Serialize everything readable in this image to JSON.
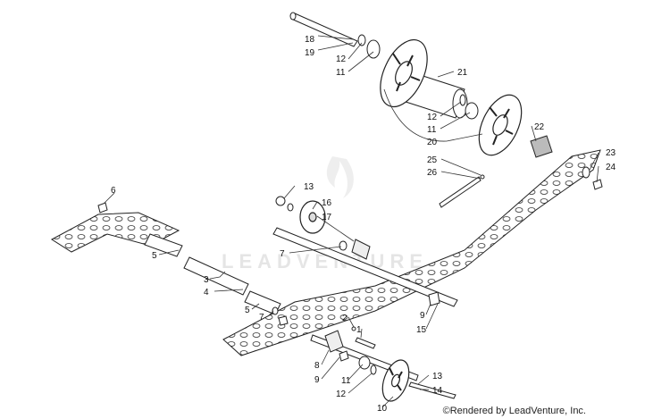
{
  "watermark": "LEADVENTURE",
  "credit": "©Rendered by LeadVenture, Inc.",
  "callouts": [
    "18",
    "19",
    "12",
    "11",
    "21",
    "12",
    "11",
    "20",
    "22",
    "25",
    "26",
    "23",
    "24",
    "13",
    "16",
    "17",
    "6",
    "7",
    "5",
    "3",
    "4",
    "5",
    "7",
    "9",
    "15",
    "2",
    "1",
    "8",
    "9",
    "11",
    "12",
    "10",
    "13",
    "14"
  ],
  "colors": {
    "line": "#1a1a1a",
    "fill": "#ffffff",
    "shade": "#9a9a9a",
    "watermark": "#e6e6e6"
  }
}
